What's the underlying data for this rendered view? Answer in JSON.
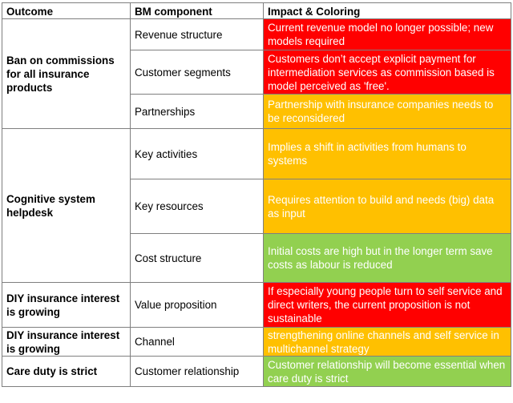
{
  "headers": {
    "outcome": "Outcome",
    "component": "BM component",
    "impact": "Impact & Coloring"
  },
  "groups": [
    {
      "outcome": "Ban on commissions for all insurance products",
      "rows": [
        {
          "component": "Revenue structure",
          "impact": "Current revenue model no longer possible; new models required",
          "color": "#ff0000"
        },
        {
          "component": "Customer segments",
          "impact": "Customers don’t accept explicit payment for intermediation services as commission based is model perceived as 'free'.",
          "color": "#ff0000"
        },
        {
          "component": "Partnerships",
          "impact": "Partnership with insurance companies needs to be reconsidered",
          "color": "#ffc000"
        }
      ]
    },
    {
      "outcome": "Cognitive system helpdesk",
      "rows": [
        {
          "component": "Key activities",
          "impact": "Implies a shift in activities from humans to systems",
          "color": "#ffc000"
        },
        {
          "component": "Key resources",
          "impact": "Requires attention to build and needs (big) data as input",
          "color": "#ffc000"
        },
        {
          "component": "Cost structure",
          "impact": "Initial costs are high but in the longer term save costs as labour is reduced",
          "color": "#92d050"
        }
      ]
    },
    {
      "outcome": "DIY insurance interest is growing",
      "rows": [
        {
          "component": "Value proposition",
          "impact": "If especially young people turn to self service and direct writers, the current proposition is not sustainable",
          "color": "#ff0000"
        }
      ]
    },
    {
      "outcome": "DIY insurance interest is growing",
      "rows": [
        {
          "component": "Channel",
          "impact": "strengthening online channels and self service in multichannel strategy",
          "color": "#ffc000"
        }
      ]
    },
    {
      "outcome": "Care duty is strict",
      "rows": [
        {
          "component": "Customer relationship",
          "impact": "Customer relationship will become essential when care duty is strict",
          "color": "#92d050"
        }
      ]
    }
  ]
}
